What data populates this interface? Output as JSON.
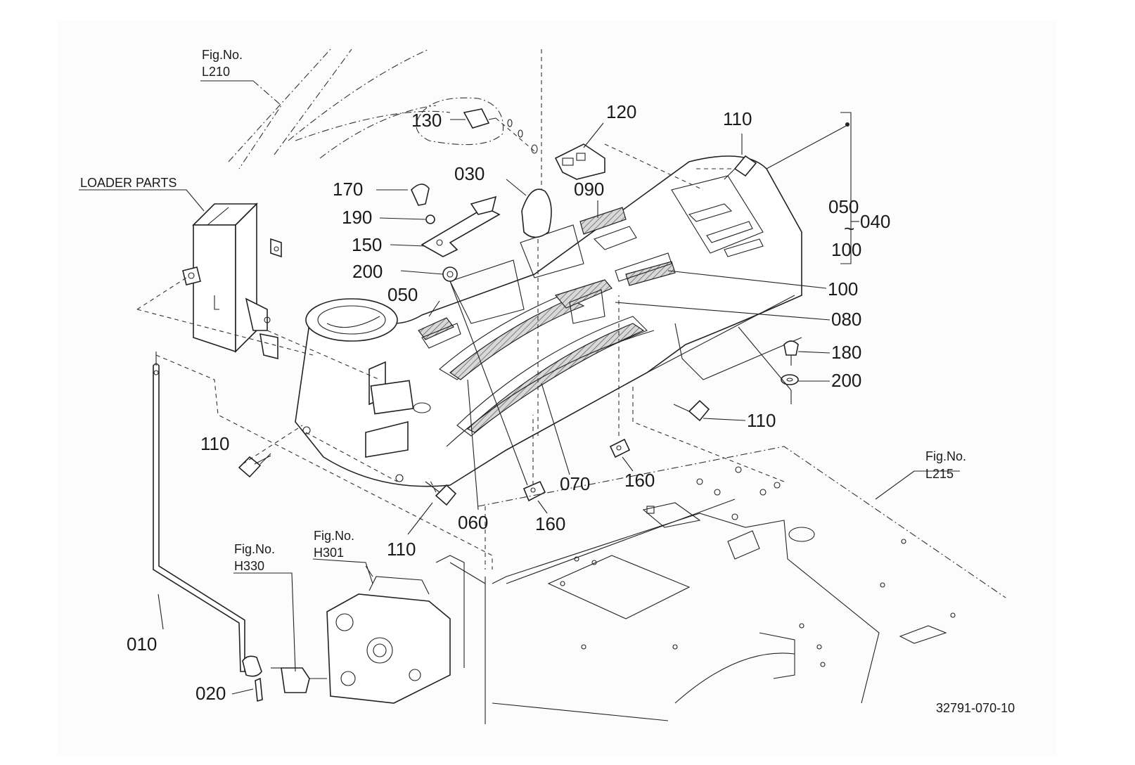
{
  "references": {
    "l210": {
      "line1": "Fig.No.",
      "line2": "L210"
    },
    "l215": {
      "line1": "Fig.No.",
      "line2": "L215"
    },
    "h330": {
      "line1": "Fig.No.",
      "line2": "H330"
    },
    "h301": {
      "line1": "Fig.No.",
      "line2": "H301"
    },
    "loader_parts": "LOADER PARTS"
  },
  "callouts": {
    "p010": "010",
    "p020": "020",
    "p030": "030",
    "p040": "040",
    "p050": "050",
    "p050_range_start": "050",
    "p050_range_tilde": "~",
    "p050_range_end": "100",
    "p060": "060",
    "p070": "070",
    "p080": "080",
    "p090": "090",
    "p100": "100",
    "p110_a": "110",
    "p110_b": "110",
    "p110_c": "110",
    "p110_d": "110",
    "p120": "120",
    "p130": "130",
    "p150": "150",
    "p160_a": "160",
    "p160_b": "160",
    "p170": "170",
    "p180": "180",
    "p190": "190",
    "p200_a": "200",
    "p200_b": "200"
  },
  "drawing_number": "32791-070-10"
}
